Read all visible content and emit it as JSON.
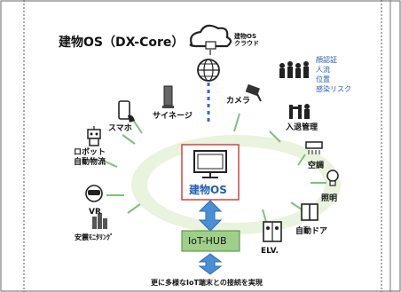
{
  "title": "建物OS（DX-Core）",
  "cloud_label": [
    "建物OS",
    "クラウド"
  ],
  "center_label": "建物OS",
  "hub_label": "IoT-HUB",
  "bottom_caption": "更に多様なIoT端末との接続を実現",
  "devices": {
    "camera": "カメラ",
    "signage": "サイネージ",
    "smartphone": "スマホ",
    "robot": [
      "ロボット",
      "自動物流"
    ],
    "vr": "VR",
    "safety": "安震ﾓﾆﾀﾘﾝｸﾞ",
    "access": "入退管理",
    "aircon": "空調",
    "lighting": "照明",
    "door": "自動ドア",
    "elevator": "ELV."
  },
  "people_info": [
    "顔認証",
    "人流",
    "位置",
    "感染リスク"
  ],
  "colors": {
    "accent_blue": "#1f5fb8",
    "arrow_blue": "#4a8fd6",
    "hub_green": "#9fd08a",
    "ring_green": "#e9f3dd",
    "frame_red": "#d04545"
  }
}
